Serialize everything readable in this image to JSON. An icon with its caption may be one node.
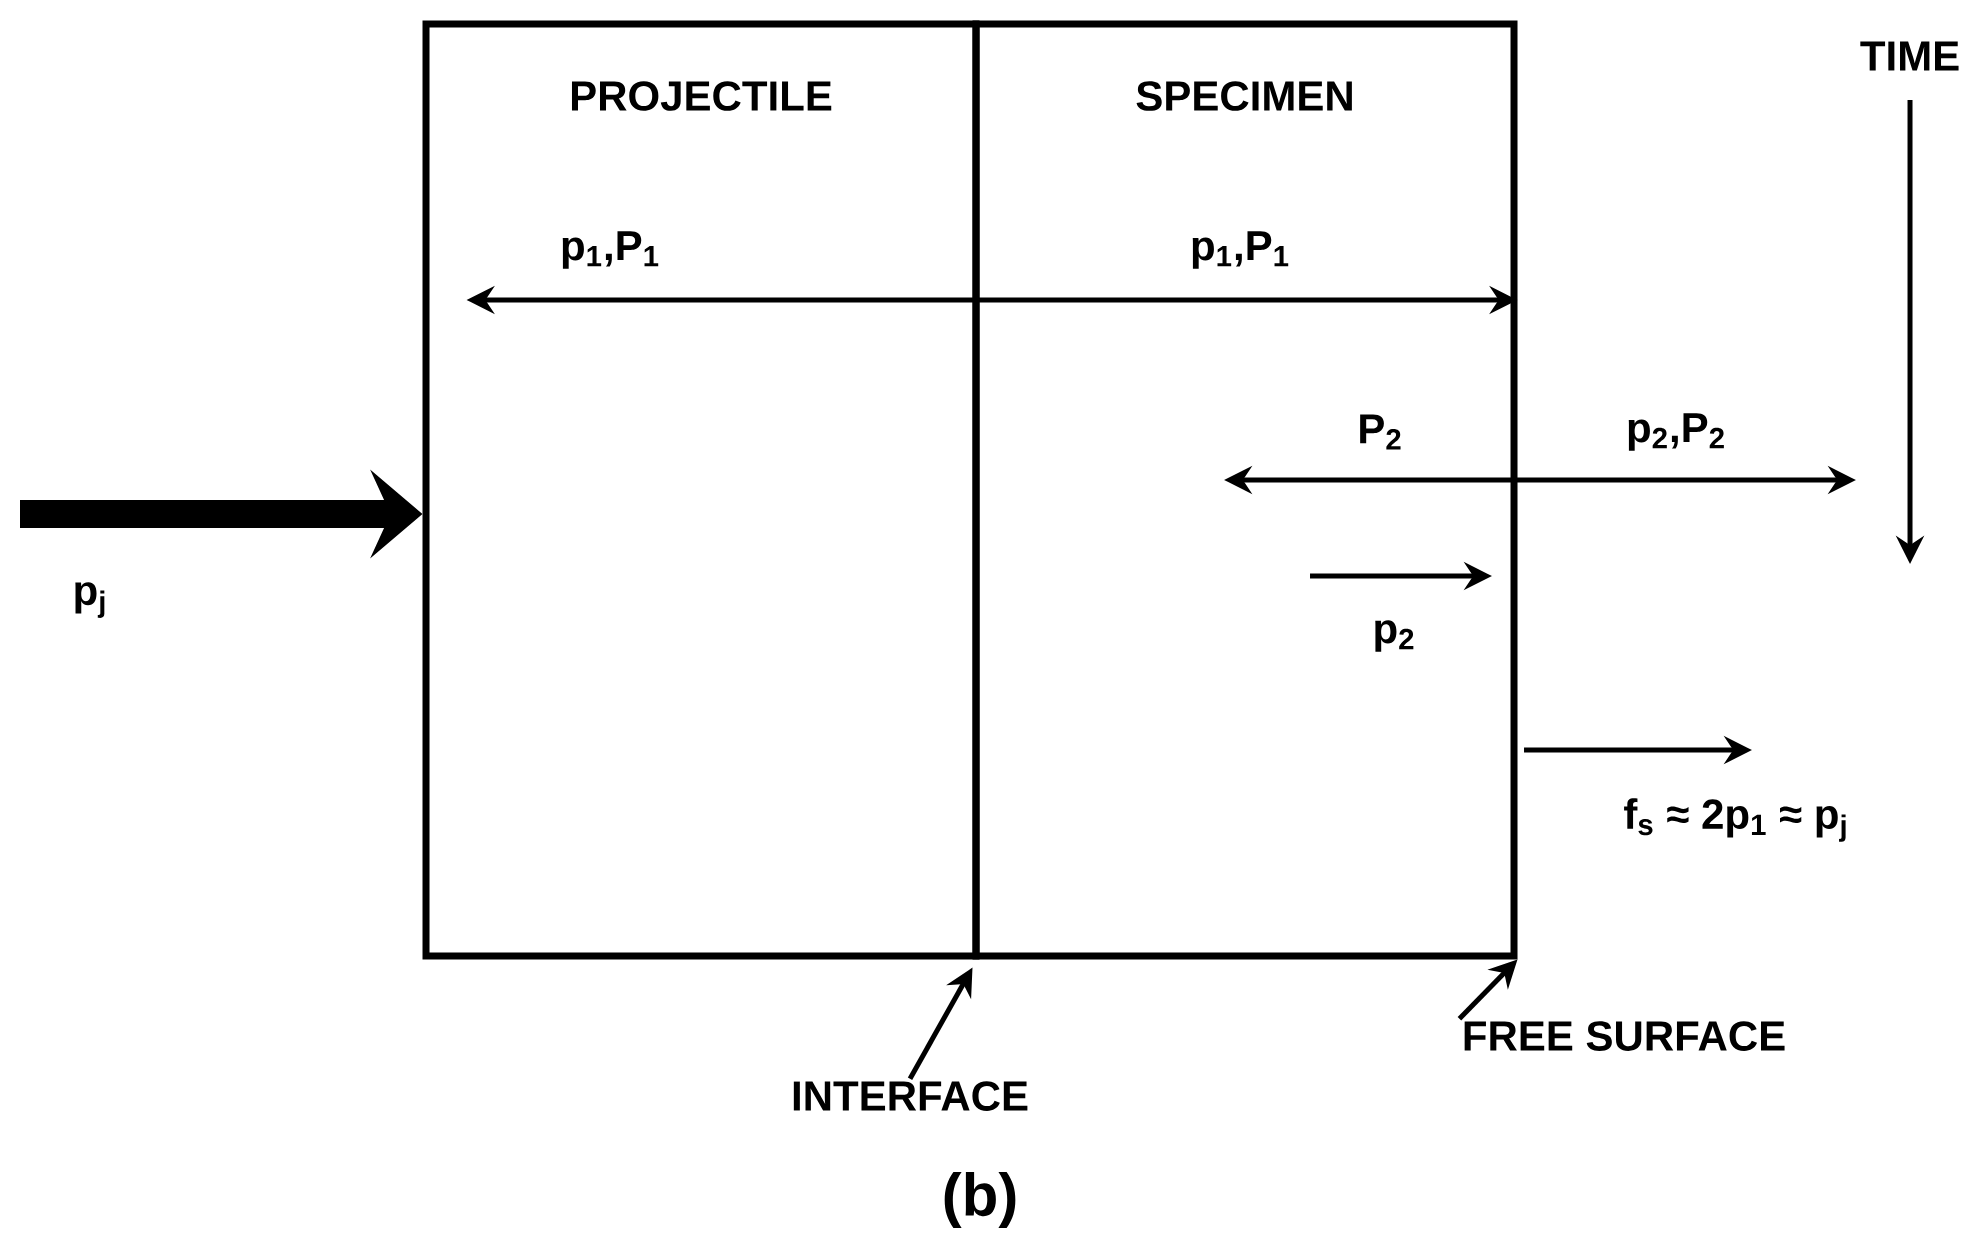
{
  "diagram": {
    "caption": "(b)",
    "nodes": [
      {
        "text": [
          "PROJECTILE"
        ]
      },
      {
        "text": [
          "SPECIMEN"
        ]
      },
      {
        "text": [
          "INTERFACE"
        ]
      },
      {
        "text": [
          "FREE SURFACE"
        ]
      }
    ],
    "edges": [
      {
        "from": null,
        "to": 0,
        "arrow": "to",
        "label": "p$_{j}$",
        "style": "thick"
      },
      {
        "from": 2,
        "to": 1,
        "arrow": "to"
      },
      {
        "from": 3,
        "to": 1,
        "arrow": "to"
      },
      {
        "from": 0,
        "to": 1,
        "arrow": "both"
      }
    ],
    "labels": [
      "TIME",
      "p$_{1}$,P$_{1}$",
      "p$_{1}$,P$_{1}$",
      "P$_{2}$",
      "p$_{2}$,P$_{2}$",
      "p$_{2}$",
      "f$_{s}$ ≈ 2p$_{1}$ ≈ p$_{j}$"
    ]
  }
}
